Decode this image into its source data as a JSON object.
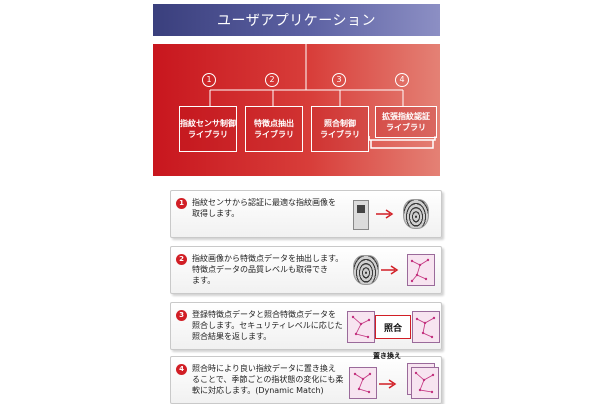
{
  "app_layer": {
    "title": "ユーザアプリケーション"
  },
  "libraries": [
    {
      "num": "1",
      "label": "指紋センサ制御\nライブラリ"
    },
    {
      "num": "2",
      "label": "特徴点抽出\nライブラリ"
    },
    {
      "num": "3",
      "label": "照合制御\nライブラリ"
    },
    {
      "num": "4",
      "label": "拡張指紋認証\nライブラリ"
    }
  ],
  "steps": [
    {
      "num": "1",
      "text": "指紋センサから認証に最適な指紋画像を\n取得します。"
    },
    {
      "num": "2",
      "text": "指紋画像から特徴点データを抽出します。\n特徴点データの品質レベルも取得でき\nます。"
    },
    {
      "num": "3",
      "text": "登録特徴点データと照合特徴点データを\n照合します。セキュリティレベルに応じた\n照合結果を返します。"
    },
    {
      "num": "4",
      "text": "照合時により良い指紋データに置き換え\nることで、季節ごとの指状態の変化にも柔\n軟に対応します。(Dynamic Match)"
    }
  ],
  "step3_match_label": "照合",
  "step4_replace_label": "置き換え",
  "colors": {
    "red": "#d11e25",
    "navy": "#3a3f7d"
  },
  "icons": [
    "fingerprint-sensor-icon",
    "fingerprint-icon",
    "feature-points-icon",
    "arrow-right-icon"
  ]
}
